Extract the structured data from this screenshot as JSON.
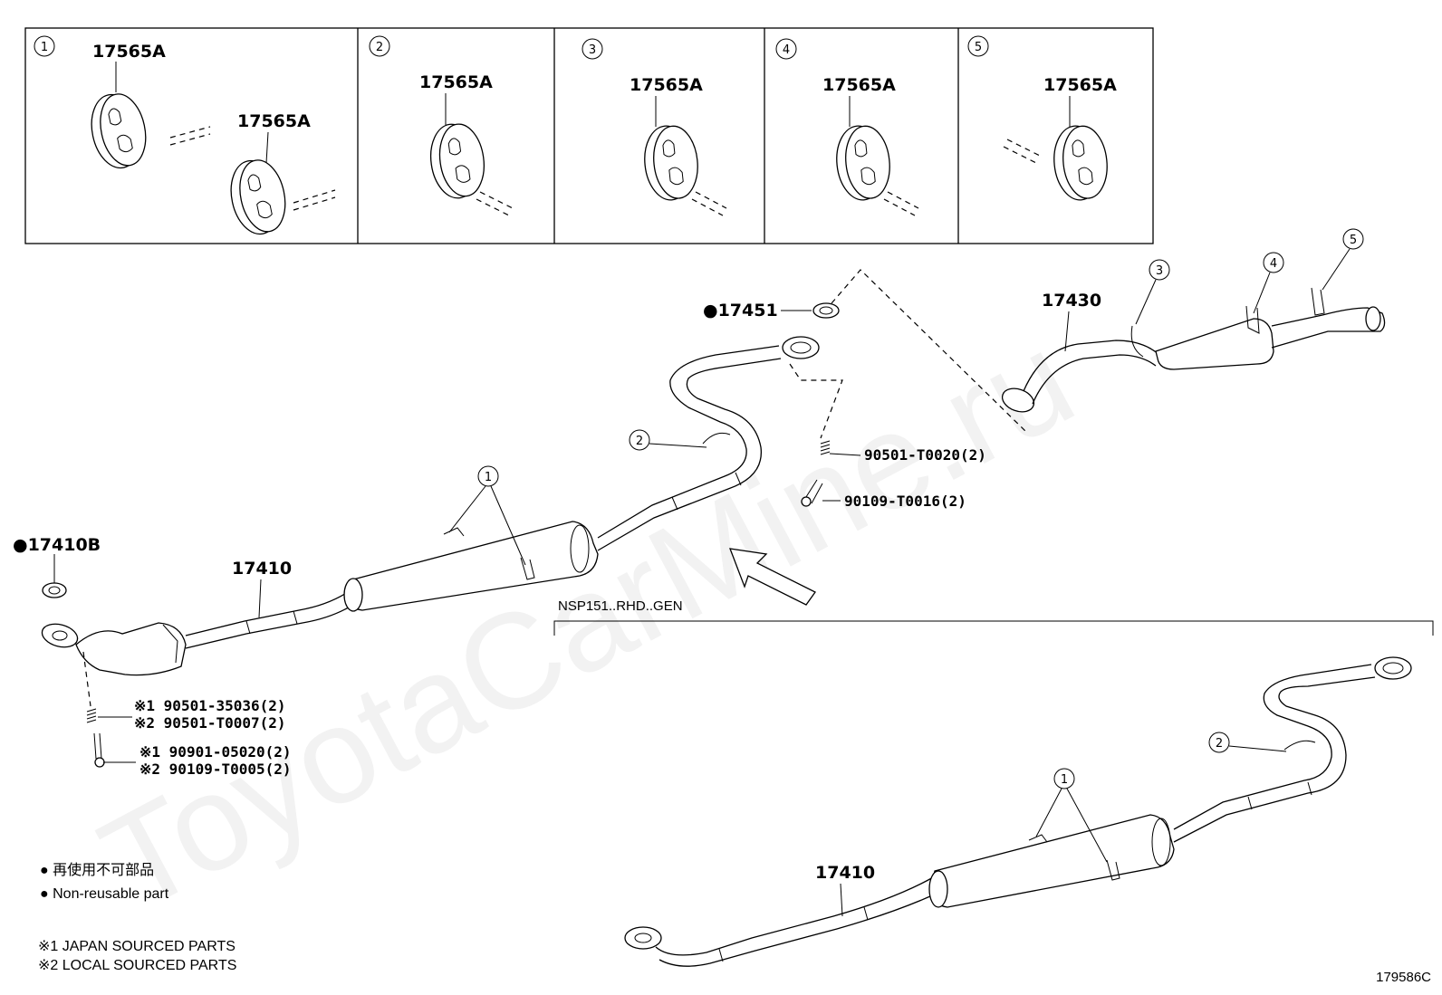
{
  "watermark": "ToyotaCarMine.ru",
  "inset_panels": [
    {
      "index": "1",
      "labels": [
        "17565A",
        "17565A"
      ]
    },
    {
      "index": "2",
      "labels": [
        "17565A"
      ]
    },
    {
      "index": "3",
      "labels": [
        "17565A"
      ]
    },
    {
      "index": "4",
      "labels": [
        "17565A"
      ]
    },
    {
      "index": "5",
      "labels": [
        "17565A"
      ]
    }
  ],
  "parts": {
    "gasket_17451": "●17451",
    "tail_pipe_17430": "17430",
    "gasket_17410b": "●17410B",
    "front_pipe_17410": "17410",
    "bottom_pipe_17410": "17410",
    "spring_right": "90501-T0020(2)",
    "bolt_right": "90109-T0016(2)",
    "spring_left_1": "※1 90501-35036(2)",
    "spring_left_2": "※2 90501-T0007(2)",
    "bolt_left_1": "※1 90901-05020(2)",
    "bolt_left_2": "※2 90109-T0005(2)"
  },
  "callouts": {
    "main_1": "1",
    "main_2": "2",
    "tail_3": "3",
    "tail_4": "4",
    "tail_5": "5",
    "bottom_1": "1",
    "bottom_2": "2"
  },
  "variant_label": "NSP151..RHD..GEN",
  "legend": {
    "jp_line": "● 再使用不可部品",
    "en_line": "● Non-reusable part",
    "note1": "※1  JAPAN SOURCED PARTS",
    "note2": "※2  LOCAL SOURCED PARTS"
  },
  "drawing_code": "179586C"
}
